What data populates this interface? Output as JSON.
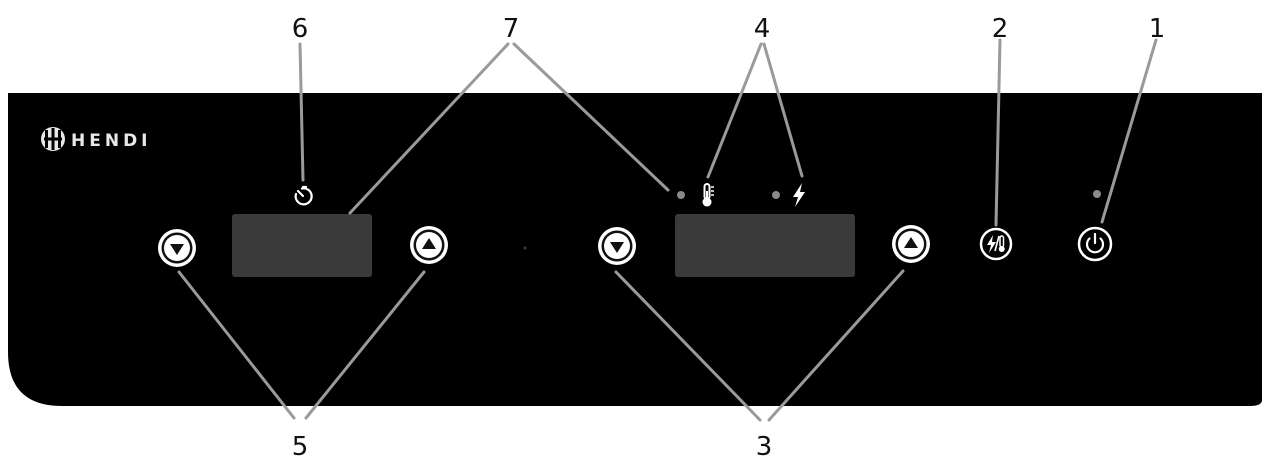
{
  "brand": {
    "name": "HENDI"
  },
  "callouts": {
    "c1": "1",
    "c2": "2",
    "c3": "3",
    "c4": "4",
    "c5": "5",
    "c6": "6",
    "c7": "7"
  },
  "controls": {
    "left_down": "down-arrow",
    "left_up": "up-arrow",
    "right_down": "down-arrow",
    "right_up": "up-arrow",
    "function_button": "power-temperature-toggle",
    "power_button": "power"
  },
  "indicators": {
    "timer": "timer",
    "temperature": "thermometer",
    "power_level": "lightning"
  },
  "colors": {
    "panel": "#000000",
    "display": "#3a3a3a",
    "leader_lines": "#9a9a9a",
    "indicator_led": "#8a8a8a"
  }
}
